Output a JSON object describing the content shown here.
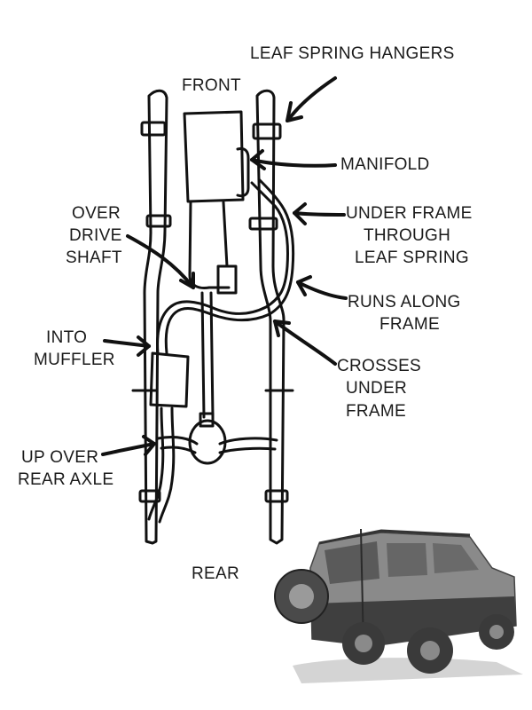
{
  "labels": {
    "front": "FRONT",
    "rear": "REAR",
    "leaf_spring_hangers": "LEAF SPRING HANGERS",
    "manifold": "MANIFOLD",
    "under_frame_1": "UNDER FRAME",
    "under_frame_2": "THROUGH",
    "under_frame_3": "LEAF SPRING",
    "over_1": "OVER",
    "over_2": "DRIVE",
    "over_3": "SHAFT",
    "runs_1": "RUNS ALONG",
    "runs_2": "FRAME",
    "into_1": "INTO",
    "into_2": "MUFFLER",
    "crosses_1": "CROSSES",
    "crosses_2": "UNDER",
    "crosses_3": "FRAME",
    "up_1": "UP OVER",
    "up_2": "REAR AXLE"
  },
  "colors": {
    "ink": "#111111",
    "background": "#ffffff",
    "photo_gray": "#6e6e6e"
  }
}
